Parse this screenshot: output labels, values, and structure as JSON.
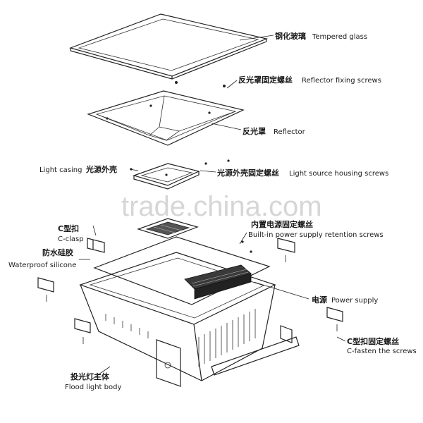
{
  "labels": {
    "tempered_glass": {
      "zh": "钢化玻璃",
      "en": "Tempered glass"
    },
    "reflector_screws": {
      "zh": "反光罩固定螺丝",
      "en": "Reflector fixing screws"
    },
    "reflector": {
      "zh": "反光罩",
      "en": "Reflector"
    },
    "light_casing": {
      "zh": "光源外壳",
      "en": "Light casing"
    },
    "light_source_screws": {
      "zh": "光源外壳固定螺丝",
      "en": "Light source housing screws"
    },
    "power_supply_screws": {
      "zh": "内置电源固定螺丝",
      "en": "Built-in power supply retention screws"
    },
    "c_clasp": {
      "zh": "C型扣",
      "en": "C-clasp"
    },
    "waterproof_silicone": {
      "zh": "防水硅胶",
      "en": "Waterproof silicone"
    },
    "power_supply": {
      "zh": "电源",
      "en": "Power supply"
    },
    "c_fasten_screws": {
      "zh": "C型扣固定螺丝",
      "en": "C-fasten the screws"
    },
    "flood_light_body": {
      "zh": "投光灯主体",
      "en": "Flood light body"
    }
  },
  "watermark": "trade.china.com"
}
